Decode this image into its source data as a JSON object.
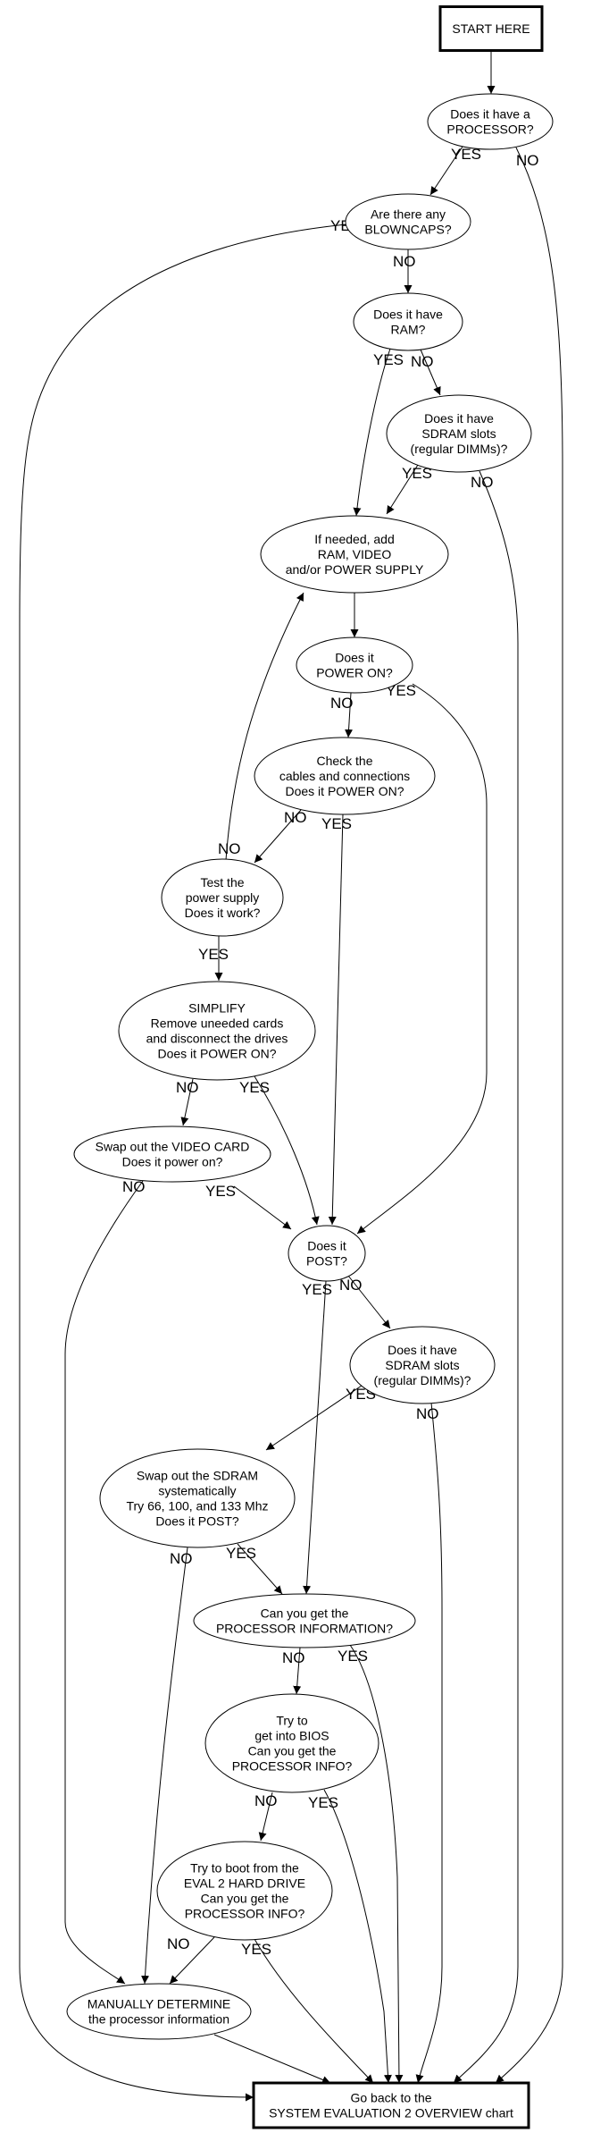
{
  "diagram": {
    "type": "flowchart",
    "nodes": [
      {
        "id": "start",
        "shape": "box",
        "lines": [
          "START HERE"
        ]
      },
      {
        "id": "processor",
        "shape": "ellipse",
        "lines": [
          "Does it have a",
          "PROCESSOR?"
        ]
      },
      {
        "id": "blowncaps",
        "shape": "ellipse",
        "lines": [
          "Are there any",
          "BLOWNCAPS?"
        ]
      },
      {
        "id": "ram",
        "shape": "ellipse",
        "lines": [
          "Does it have",
          "RAM?"
        ]
      },
      {
        "id": "sdram1",
        "shape": "ellipse",
        "lines": [
          "Does it have",
          "SDRAM slots",
          "(regular DIMMs)?"
        ]
      },
      {
        "id": "addparts",
        "shape": "ellipse",
        "lines": [
          "If needed, add",
          "RAM, VIDEO",
          "and/or POWER SUPPLY"
        ]
      },
      {
        "id": "poweron",
        "shape": "ellipse",
        "lines": [
          "Does it",
          "POWER ON?"
        ]
      },
      {
        "id": "cables",
        "shape": "ellipse",
        "lines": [
          "Check the",
          "cables and connections",
          "Does it POWER ON?"
        ]
      },
      {
        "id": "psu",
        "shape": "ellipse",
        "lines": [
          "Test the",
          "power supply",
          "Does it work?"
        ]
      },
      {
        "id": "simplify",
        "shape": "ellipse",
        "lines": [
          "SIMPLIFY",
          "Remove uneeded cards",
          "and disconnect the drives",
          "Does it POWER ON?"
        ]
      },
      {
        "id": "videocard",
        "shape": "ellipse",
        "lines": [
          "Swap out the VIDEO CARD",
          "Does it power on?"
        ]
      },
      {
        "id": "post",
        "shape": "ellipse",
        "lines": [
          "Does it",
          "POST?"
        ]
      },
      {
        "id": "sdram2",
        "shape": "ellipse",
        "lines": [
          "Does it have",
          "SDRAM slots",
          "(regular DIMMs)?"
        ]
      },
      {
        "id": "swapsdram",
        "shape": "ellipse",
        "lines": [
          "Swap out the SDRAM",
          "systematically",
          "Try 66, 100, and 133 Mhz",
          "Does it POST?"
        ]
      },
      {
        "id": "procinfo",
        "shape": "ellipse",
        "lines": [
          "Can you get the",
          "PROCESSOR INFORMATION?"
        ]
      },
      {
        "id": "bios",
        "shape": "ellipse",
        "lines": [
          "Try to",
          "get into BIOS",
          "Can you get the",
          "PROCESSOR INFO?"
        ]
      },
      {
        "id": "eval2",
        "shape": "ellipse",
        "lines": [
          "Try to boot from the",
          "EVAL 2 HARD DRIVE",
          "Can you get the",
          "PROCESSOR INFO?"
        ]
      },
      {
        "id": "manual",
        "shape": "ellipse",
        "lines": [
          "MANUALLY DETERMINE",
          "the processor information"
        ]
      },
      {
        "id": "end",
        "shape": "box",
        "lines": [
          "Go back to the",
          "SYSTEM EVALUATION 2 OVERVIEW chart"
        ]
      }
    ],
    "edges": [
      {
        "from": "start",
        "to": "processor",
        "label": ""
      },
      {
        "from": "processor",
        "to": "blowncaps",
        "label": "YES"
      },
      {
        "from": "processor",
        "to": "end",
        "label": "NO"
      },
      {
        "from": "blowncaps",
        "to": "end",
        "label": "YES"
      },
      {
        "from": "blowncaps",
        "to": "ram",
        "label": "NO"
      },
      {
        "from": "ram",
        "to": "addparts",
        "label": "YES"
      },
      {
        "from": "ram",
        "to": "sdram1",
        "label": "NO"
      },
      {
        "from": "sdram1",
        "to": "addparts",
        "label": "YES"
      },
      {
        "from": "sdram1",
        "to": "end",
        "label": "NO"
      },
      {
        "from": "addparts",
        "to": "poweron",
        "label": ""
      },
      {
        "from": "poweron",
        "to": "cables",
        "label": "NO"
      },
      {
        "from": "poweron",
        "to": "post",
        "label": "YES"
      },
      {
        "from": "cables",
        "to": "psu",
        "label": "NO"
      },
      {
        "from": "cables",
        "to": "post",
        "label": "YES"
      },
      {
        "from": "psu",
        "to": "addparts",
        "label": "NO"
      },
      {
        "from": "psu",
        "to": "simplify",
        "label": "YES"
      },
      {
        "from": "simplify",
        "to": "videocard",
        "label": "NO"
      },
      {
        "from": "simplify",
        "to": "post",
        "label": "YES"
      },
      {
        "from": "videocard",
        "to": "manual",
        "label": "NO"
      },
      {
        "from": "videocard",
        "to": "post",
        "label": "YES"
      },
      {
        "from": "post",
        "to": "procinfo",
        "label": "YES"
      },
      {
        "from": "post",
        "to": "sdram2",
        "label": "NO"
      },
      {
        "from": "sdram2",
        "to": "swapsdram",
        "label": "YES"
      },
      {
        "from": "sdram2",
        "to": "end",
        "label": "NO"
      },
      {
        "from": "swapsdram",
        "to": "manual",
        "label": "NO"
      },
      {
        "from": "swapsdram",
        "to": "procinfo",
        "label": "YES"
      },
      {
        "from": "procinfo",
        "to": "bios",
        "label": "NO"
      },
      {
        "from": "procinfo",
        "to": "end",
        "label": "YES"
      },
      {
        "from": "bios",
        "to": "eval2",
        "label": "NO"
      },
      {
        "from": "bios",
        "to": "end",
        "label": "YES"
      },
      {
        "from": "eval2",
        "to": "manual",
        "label": "NO"
      },
      {
        "from": "eval2",
        "to": "end",
        "label": "YES"
      },
      {
        "from": "manual",
        "to": "end",
        "label": ""
      }
    ]
  }
}
